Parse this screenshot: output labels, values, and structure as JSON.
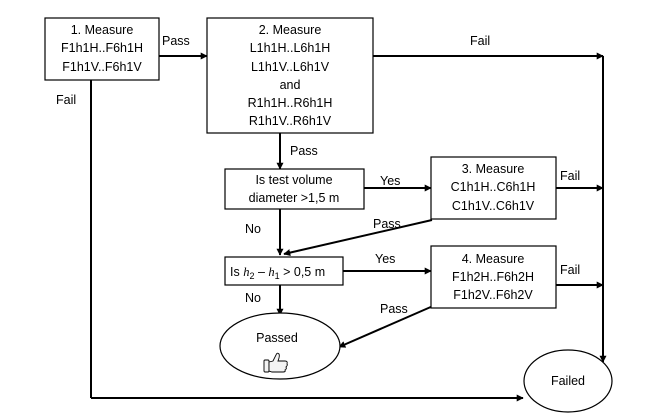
{
  "nodes": {
    "measure1": [
      "1. Measure",
      "F1h1H..F6h1H",
      "F1h1V..F6h1V"
    ],
    "measure2": [
      "2. Measure",
      "L1h1H..L6h1H",
      "L1h1V..L6h1V",
      "and",
      "R1h1H..R6h1H",
      "R1h1V..R6h1V"
    ],
    "decision1": [
      "Is test volume",
      "diameter >1,5 m"
    ],
    "measure3": [
      "3. Measure",
      "C1h1H..C6h1H",
      "C1h1V..C6h1V"
    ],
    "decision2": {
      "prefix": "Is ",
      "h2": "h",
      "sub2": "2",
      "minus": " – ",
      "h1": "h",
      "sub1": "1",
      "suffix": " > 0,5 m"
    },
    "measure4": [
      "4. Measure",
      "F1h2H..F6h2H",
      "F1h2V..F6h2V"
    ],
    "passed": "Passed",
    "failed": "Failed"
  },
  "icons": {
    "passed": "thumbs-up-icon"
  },
  "edges": {
    "m1_m2": "Pass",
    "m1_fail": "Fail",
    "m2_fail": "Fail",
    "m2_d1": "Pass",
    "d1_yes": "Yes",
    "d1_no": "No",
    "m3_fail": "Fail",
    "m3_pass": "Pass",
    "d2_yes": "Yes",
    "d2_no": "No",
    "m4_fail": "Fail",
    "m4_pass": "Pass"
  },
  "colors": {
    "line": "#000000",
    "fill": "#ffffff"
  }
}
